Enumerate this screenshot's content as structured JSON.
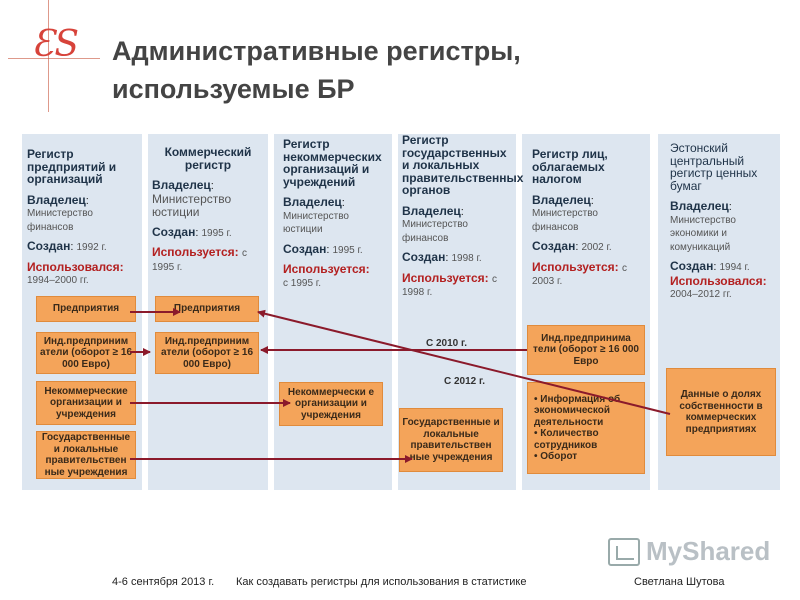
{
  "logo": {
    "mark": "ƐS"
  },
  "title": {
    "line1": "Административные регистры,",
    "line2": "используемые БР"
  },
  "columns": [
    {
      "name": "Регистр предприятий и организаций",
      "owner_label": "Владелец",
      "owner": "Министерство финансов",
      "created_label": "Создан",
      "created": "1992 г.",
      "used_label": "Использовался",
      "used": "1994–2000 гг."
    },
    {
      "name": "Коммерческий регистр",
      "owner_label": "Владелец",
      "owner": "Министерство юстиции",
      "created_label": "Создан",
      "created": "1995 г.",
      "used_label": "Используется",
      "used": "с 1995 г."
    },
    {
      "name": "Регистр некоммерческих организаций и учреждений",
      "owner_label": "Владелец",
      "owner": "Министерство юстиции",
      "created_label": "Создан",
      "created": "1995 г.",
      "used_label": "Используется",
      "used": "с 1995 г."
    },
    {
      "name": "Регистр государственных и локальных правительственных органов",
      "owner_label": "Владелец",
      "owner": "Министерство финансов",
      "created_label": "Создан",
      "created": "1998 г.",
      "used_label": "Используется",
      "used": "с 1998 г."
    },
    {
      "name": "Регистр лиц, облагаемых налогом",
      "owner_label": "Владелец",
      "owner": "Министерство финансов",
      "created_label": "Создан",
      "created": "2002 г.",
      "used_label": "Используется",
      "used": "с 2003 г."
    },
    {
      "name": "Эстонский центральный регистр ценных бумаг",
      "owner_label": "Владелец",
      "owner": "Министерство экономики и комуникаций",
      "created_label": "Создан",
      "created": "1994 г.",
      "used_label": "Использовался",
      "used": "2004–2012 гг."
    }
  ],
  "boxes": {
    "c1_enterprises": "Предприятия",
    "c1_ind_entrepreneurs": "Инд.предприним атели (оборот ≥ 16 000 Евро)",
    "c1_nonprofit": "Некоммерческие организации и учреждения",
    "c1_government": "Государственные и локальные правительствен ные учреждения",
    "c2_enterprises": "Предприятия",
    "c2_ind_entrepreneurs": "Инд.предприним атели (оборот ≥ 16 000 Евро)",
    "c3_nonprofit": "Некоммерчески е организации и учреждения",
    "c4_government": "Государственные и локальные правительствен ные учреждения",
    "c5_ind_entrepreneurs": "Инд.предпринима тели (оборот ≥ 16 000 Евро",
    "c5_info": [
      "• Информация об экономической деятельности",
      "• Количество сотрудников",
      "• Оборот"
    ],
    "c6_shares": "Данные о долях собственности в коммерческих предприятиях"
  },
  "year_labels": {
    "y2010": "С 2010 г.",
    "y2012": "С 2012 г."
  },
  "footer": {
    "date": "4-6 сентября 2013 г.",
    "topic": "Как создавать регистры для использования в статистике",
    "author": "Светлана Шутова"
  },
  "watermark": "MyShared",
  "colors": {
    "accent": "#d7433a",
    "box": "#f4a45a",
    "column": "#dde6f0",
    "arrow": "#8b1a2b",
    "used": "#b32020"
  }
}
